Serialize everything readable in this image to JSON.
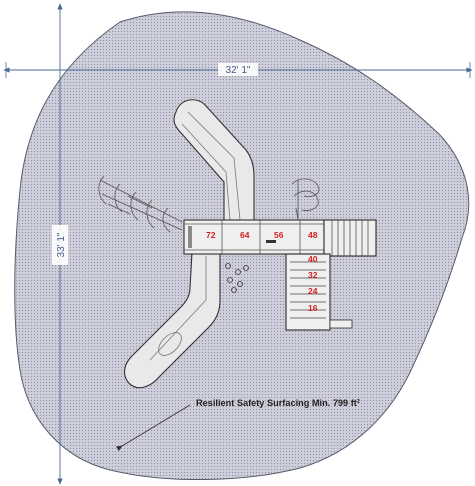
{
  "dimensions": {
    "width_label": "32' 1\"",
    "depth_label": "33' 1\""
  },
  "surfacing_note": "Resilient Safety Surfacing Min. 799 ft²",
  "deck_heights": [
    {
      "id": "deck-72",
      "label": "72"
    },
    {
      "id": "deck-64",
      "label": "64"
    },
    {
      "id": "deck-56",
      "label": "56"
    },
    {
      "id": "deck-48",
      "label": "48"
    },
    {
      "id": "deck-40",
      "label": "40"
    },
    {
      "id": "deck-32",
      "label": "32"
    },
    {
      "id": "deck-24",
      "label": "24"
    },
    {
      "id": "deck-16",
      "label": "16"
    }
  ],
  "colors": {
    "surface_fill": "#c9c9d6",
    "surface_outline": "#555b6b",
    "dimension_line": "#4a6896",
    "height_label": "#d21f1f"
  }
}
